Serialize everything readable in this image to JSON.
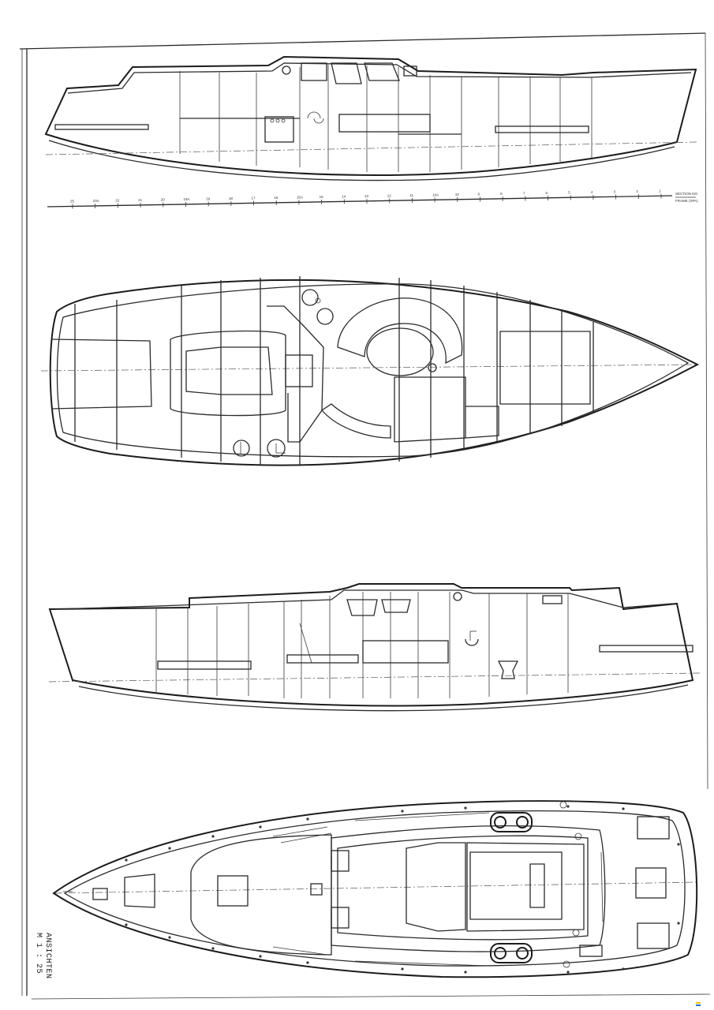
{
  "drawing": {
    "title_line1": "ANSICHTEN",
    "title_line2": "M 1 : 25"
  },
  "station_scale": {
    "legend_top": "SECTION NO.",
    "legend_bottom": "FRAME (SPA)",
    "labels": [
      "25",
      "23A",
      "22",
      "21",
      "20",
      "19A",
      "19",
      "18",
      "17",
      "16",
      "15A",
      "15",
      "14",
      "13",
      "12",
      "11",
      "10A",
      "10",
      "9",
      "8",
      "7",
      "6",
      "5",
      "4",
      "3",
      "2",
      "1"
    ]
  },
  "colors": {
    "line": "#2a2a2a",
    "paper": "#ffffff",
    "corner_mark_yellow": "#f2c200",
    "corner_mark_blue": "#1f6fd1"
  }
}
